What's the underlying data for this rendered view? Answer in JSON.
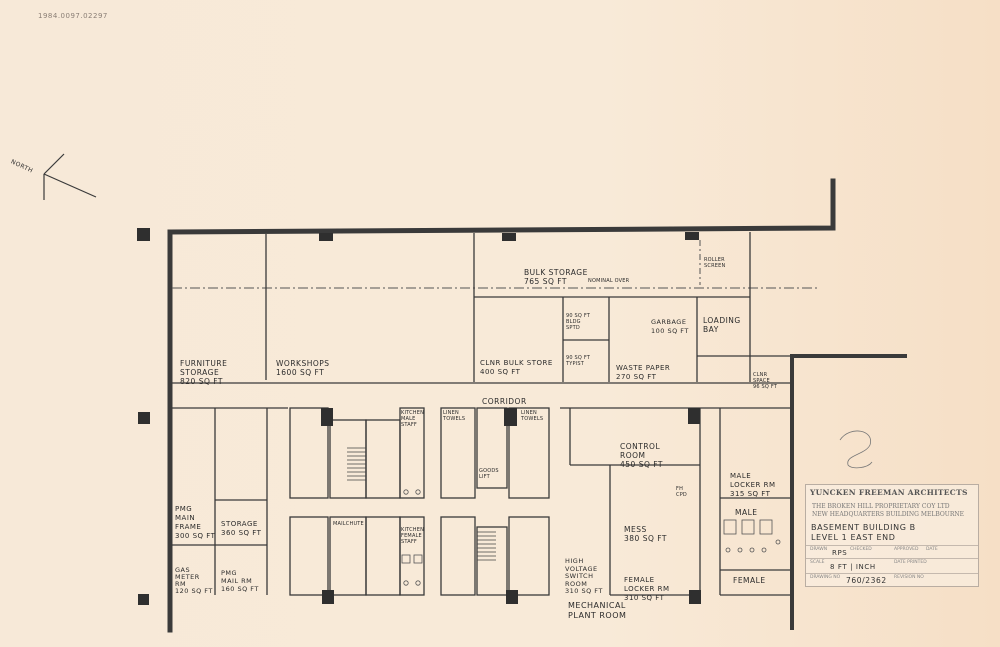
{
  "corner_ref": "1984.0097.02297",
  "north": "NORTH",
  "rooms": {
    "bulk_storage": "BULK STORAGE\n765 SQ FT",
    "nominal_over": "NOMINAL OVER",
    "roller_screen": "ROLLER\nSCREEN",
    "sqft_bldg": "90 SQ FT\nBLDG\nSPTD",
    "garbage": "GARBAGE\n100 SQ FT",
    "loading_bay": "LOADING\nBAY",
    "furniture_storage": "FURNITURE\nSTORAGE\n820 SQ FT",
    "workshops": "WORKSHOPS\n1600 SQ FT",
    "clnr_bulk_store": "CLNR BULK STORE\n400 SQ FT",
    "typist": "90 SQ FT\nTYPIST",
    "waste_paper": "WASTE PAPER\n270 SQ FT",
    "clnr_space": "CLNR\nSPACE\n96 SQ FT",
    "corridor": "CORRIDOR",
    "kitchen_male": "KITCHEN\nMALE\nSTAFF",
    "linen_towels_1": "LINEN\nTOWELS",
    "linen_towels_2": "LINEN\nTOWELS",
    "goods_lift": "GOODS\nLIFT",
    "control_room": "CONTROL\nROOM\n450 SQ FT",
    "male_locker": "MALE\nLOCKER RM\n315 SQ FT",
    "male": "MALE",
    "fh_cpd": "FH\nCPD",
    "mess": "MESS\n380 SQ FT",
    "pmg_main_frame": "PMG\nMAIN\nFRAME\n300 SQ FT",
    "storage": "STORAGE\n360 SQ FT",
    "mailchute": "MAILCHUTE",
    "kitchen_female": "KITCHEN\nFEMALE\nSTAFF",
    "gas_meter": "GAS\nMETER\nRM\n120 SQ FT",
    "pmg_mail_rm": "PMG\nMAIL RM\n160 SQ FT",
    "hv_switch": "HIGH\nVOLTAGE\nSWITCH\nROOM\n310 SQ FT",
    "female_locker": "FEMALE\nLOCKER RM\n310 SQ FT",
    "female": "FEMALE",
    "mech_plant": "MECHANICAL\nPLANT ROOM"
  },
  "title_block": {
    "firm": "YUNCKEN FREEMAN ARCHITECTS",
    "company": "THE BROKEN HILL PROPRIETARY COY LTD",
    "project": "NEW HEADQUARTERS BUILDING MELBOURNE",
    "sheet_line1": "BASEMENT  BUILDING B",
    "sheet_line2": "LEVEL  1  EAST END",
    "drawn_label": "DRAWN",
    "drawn_value": "RPs",
    "checked_label": "CHECKED",
    "approved_label": "APPROVED",
    "date_label": "DATE",
    "scale_label": "SCALE",
    "scale_value": "8 FT | INCH",
    "date_printed_label": "DATE PRINTED",
    "drawing_no_label": "DRAWING NO",
    "drawing_no_value": "760/2362",
    "revision_label": "REVISION NO"
  }
}
